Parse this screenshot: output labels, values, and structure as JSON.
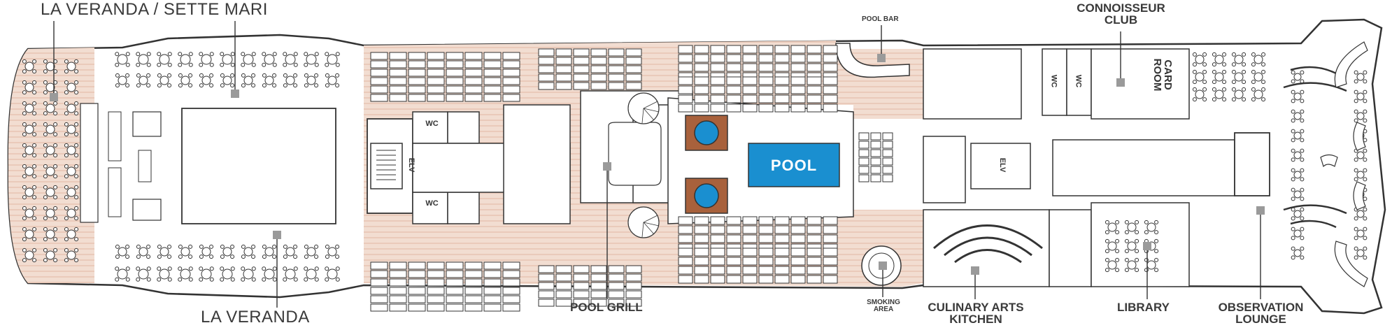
{
  "labels": {
    "la_veranda_sette_mari": "LA VERANDA / SETTE MARI",
    "la_veranda": "LA VERANDA",
    "pool_bar": "POOL BAR",
    "connoisseur_club": [
      "CONNOISSEUR",
      "CLUB"
    ],
    "pool_grill": "POOL GRILL",
    "smoking_area": [
      "SMOKING",
      "AREA"
    ],
    "culinary_arts_kitchen": [
      "CULINARY ARTS",
      "KITCHEN"
    ],
    "library": "LIBRARY",
    "observation_lounge": [
      "OBSERVATION",
      "LOUNGE"
    ]
  },
  "in_plan_labels": {
    "wc": "WC",
    "elv": "ELV",
    "pool": "POOL",
    "card_room": [
      "CARD",
      "ROOM"
    ]
  },
  "colors": {
    "deck_wood": "#f2ddd1",
    "deck_stripe": "#e8c6b4",
    "pool_blue": "#1a8fd0",
    "jacuzzi_brown": "#a8613c",
    "outline": "#333333",
    "marker": "#9a9a9a",
    "text": "#3a3a3a"
  }
}
